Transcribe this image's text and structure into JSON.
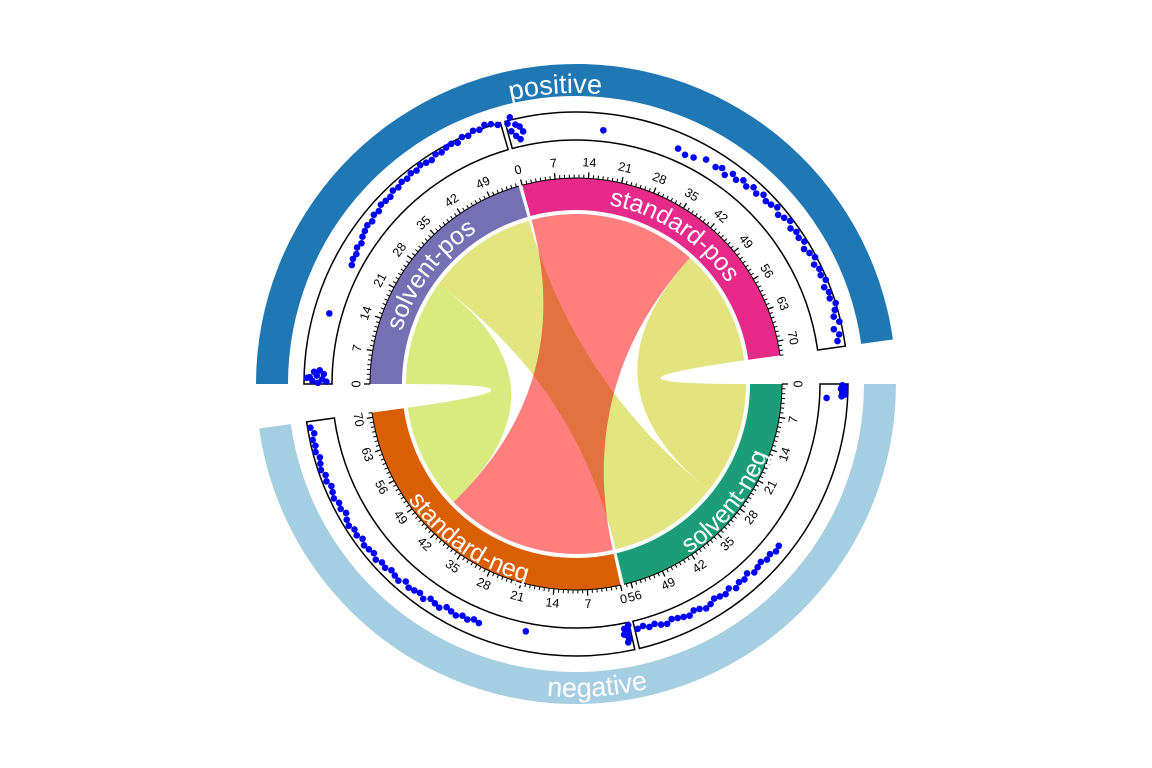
{
  "chart_data": {
    "type": "chord",
    "title": "",
    "groups": [
      {
        "name": "positive",
        "color": "#1f78b4",
        "sectors": [
          "solvent-pos",
          "standard-pos"
        ]
      },
      {
        "name": "negative",
        "color": "#a6cee3",
        "sectors": [
          "solvent-neg",
          "standard-neg"
        ]
      }
    ],
    "sectors": [
      {
        "name": "solvent-pos",
        "xlim": [
          0,
          55.5
        ],
        "color": "#7570b3"
      },
      {
        "name": "standard-pos",
        "xlim": [
          0,
          73
        ],
        "color": "#e7298a"
      },
      {
        "name": "solvent-neg",
        "xlim": [
          0,
          57.5
        ],
        "color": "#1b9e77"
      },
      {
        "name": "standard-neg",
        "xlim": [
          0,
          71
        ],
        "color": "#d95f02"
      }
    ],
    "major_tick_step": 7,
    "minor_tick_step": 1,
    "links": [
      {
        "from": "solvent-pos",
        "from_range": [
          0,
          27
        ],
        "to": "standard-neg",
        "to_range": [
          44,
          71
        ],
        "color": "#d9eb80"
      },
      {
        "from": "solvent-pos",
        "from_range": [
          27,
          55.5
        ],
        "to": "solvent-neg",
        "to_range": [
          29,
          57.5
        ],
        "color": "#e2e580"
      },
      {
        "from": "standard-pos",
        "from_range": [
          43,
          73
        ],
        "to": "solvent-neg",
        "to_range": [
          0,
          29
        ],
        "color": "#e3e37f"
      },
      {
        "from": "standard-pos",
        "from_range": [
          0,
          43
        ],
        "to": "standard-neg",
        "to_range": [
          0,
          44
        ],
        "color": "#ff7f7f"
      }
    ],
    "points_color": "#0000ff",
    "points": {
      "solvent-pos": [
        [
          0.2,
          0.5
        ],
        [
          0.5,
          0.7
        ],
        [
          0.8,
          0.35
        ],
        [
          1.1,
          0.8
        ],
        [
          1.4,
          0.55
        ],
        [
          1.7,
          0.3
        ],
        [
          2.0,
          0.65
        ],
        [
          0.4,
          0.2
        ],
        [
          1.0,
          0.9
        ],
        [
          2.3,
          0.45
        ],
        [
          12,
          0.45
        ],
        [
          21,
          0.35
        ],
        [
          22,
          0.42
        ],
        [
          23,
          0.4
        ],
        [
          24,
          0.5
        ],
        [
          25,
          0.45
        ],
        [
          26,
          0.55
        ],
        [
          27,
          0.6
        ],
        [
          28,
          0.65
        ],
        [
          29,
          0.6
        ],
        [
          30,
          0.7
        ],
        [
          31,
          0.65
        ],
        [
          32,
          0.75
        ],
        [
          33,
          0.72
        ],
        [
          34,
          0.7
        ],
        [
          35,
          0.8
        ],
        [
          36,
          0.75
        ],
        [
          37,
          0.82
        ],
        [
          38,
          0.78
        ],
        [
          39,
          0.85
        ],
        [
          40,
          0.8
        ],
        [
          41,
          0.88
        ],
        [
          42,
          0.83
        ],
        [
          43,
          0.8
        ],
        [
          44,
          0.9
        ],
        [
          45,
          0.85
        ],
        [
          46,
          0.92
        ],
        [
          47,
          0.95
        ],
        [
          48,
          0.88
        ],
        [
          49,
          1.0
        ],
        [
          50,
          0.95
        ],
        [
          51,
          1.05
        ],
        [
          52,
          1.0
        ],
        [
          53,
          1.1
        ],
        [
          54,
          1.05
        ],
        [
          55,
          0.95
        ]
      ],
      "standard-pos": [
        [
          0.3,
          0.9
        ],
        [
          0.6,
          0.6
        ],
        [
          0.9,
          1.1
        ],
        [
          1.2,
          0.4
        ],
        [
          1.5,
          0.8
        ],
        [
          1.8,
          0.25
        ],
        [
          2.1,
          0.7
        ],
        [
          2.5,
          0.5
        ],
        [
          16,
          0.4
        ],
        [
          29,
          0.45
        ],
        [
          30.5,
          0.35
        ],
        [
          32,
          0.4
        ],
        [
          34,
          0.55
        ],
        [
          36,
          0.5
        ],
        [
          37,
          0.6
        ],
        [
          38,
          0.45
        ],
        [
          39,
          0.65
        ],
        [
          40,
          0.55
        ],
        [
          41,
          0.7
        ],
        [
          42,
          0.6
        ],
        [
          43,
          0.75
        ],
        [
          44,
          0.65
        ],
        [
          45,
          0.8
        ],
        [
          46,
          0.7
        ],
        [
          47,
          0.75
        ],
        [
          48,
          0.85
        ],
        [
          49,
          0.7
        ],
        [
          50,
          0.8
        ],
        [
          51,
          0.9
        ],
        [
          52,
          0.75
        ],
        [
          53,
          0.85
        ],
        [
          54,
          0.8
        ],
        [
          55,
          0.9
        ],
        [
          56,
          0.75
        ],
        [
          57,
          0.85
        ],
        [
          58,
          0.95
        ],
        [
          59,
          0.8
        ],
        [
          60,
          0.9
        ],
        [
          61,
          0.85
        ],
        [
          62,
          0.95
        ],
        [
          63,
          0.8
        ],
        [
          64,
          0.9
        ],
        [
          65,
          0.85
        ],
        [
          66,
          1.0
        ],
        [
          67,
          0.9
        ],
        [
          68,
          0.8
        ],
        [
          69,
          0.95
        ],
        [
          70,
          0.7
        ],
        [
          71,
          0.85
        ],
        [
          72,
          0.75
        ]
      ],
      "solvent-neg": [
        [
          0.2,
          0.8
        ],
        [
          0.5,
          0.9
        ],
        [
          0.8,
          0.75
        ],
        [
          1.1,
          0.85
        ],
        [
          1.4,
          0.8
        ],
        [
          1.7,
          0.9
        ],
        [
          2.0,
          0.78
        ],
        [
          2.4,
          0.25
        ],
        [
          29,
          0.55
        ],
        [
          30,
          0.6
        ],
        [
          31,
          0.5
        ],
        [
          32,
          0.55
        ],
        [
          33,
          0.45
        ],
        [
          34,
          0.5
        ],
        [
          35,
          0.55
        ],
        [
          36,
          0.4
        ],
        [
          37,
          0.5
        ],
        [
          38,
          0.45
        ],
        [
          39,
          0.55
        ],
        [
          40,
          0.4
        ],
        [
          41,
          0.5
        ],
        [
          42,
          0.45
        ],
        [
          43,
          0.4
        ],
        [
          44,
          0.5
        ],
        [
          45,
          0.55
        ],
        [
          46,
          0.45
        ],
        [
          47,
          0.4
        ],
        [
          48,
          0.5
        ],
        [
          49,
          0.45
        ],
        [
          50,
          0.4
        ],
        [
          51,
          0.35
        ],
        [
          52,
          0.45
        ],
        [
          53,
          0.4
        ],
        [
          54,
          0.3
        ],
        [
          55,
          0.35
        ],
        [
          56,
          0.25
        ],
        [
          57,
          0.3
        ]
      ],
      "standard-neg": [
        [
          0.2,
          0.1
        ],
        [
          0.4,
          0.3
        ],
        [
          0.6,
          0.5
        ],
        [
          0.8,
          0.7
        ],
        [
          1.0,
          0.2
        ],
        [
          1.2,
          0.4
        ],
        [
          0.5,
          0.6
        ],
        [
          18,
          0.3
        ],
        [
          26,
          0.5
        ],
        [
          27,
          0.45
        ],
        [
          28,
          0.55
        ],
        [
          29,
          0.5
        ],
        [
          30,
          0.6
        ],
        [
          31,
          0.55
        ],
        [
          32,
          0.5
        ],
        [
          33,
          0.65
        ],
        [
          34,
          0.6
        ],
        [
          35,
          0.55
        ],
        [
          36,
          0.7
        ],
        [
          37,
          0.6
        ],
        [
          38,
          0.65
        ],
        [
          39,
          0.7
        ],
        [
          40,
          0.6
        ],
        [
          41,
          0.75
        ],
        [
          42,
          0.7
        ],
        [
          43,
          0.65
        ],
        [
          44,
          0.75
        ],
        [
          45,
          0.7
        ],
        [
          46,
          0.8
        ],
        [
          47,
          0.7
        ],
        [
          48,
          0.75
        ],
        [
          49,
          0.8
        ],
        [
          50,
          0.7
        ],
        [
          51,
          0.8
        ],
        [
          52,
          0.75
        ],
        [
          53,
          0.85
        ],
        [
          54,
          0.8
        ],
        [
          55,
          0.7
        ],
        [
          56,
          0.8
        ],
        [
          57,
          0.75
        ],
        [
          58,
          0.85
        ],
        [
          59,
          0.8
        ],
        [
          60,
          0.75
        ],
        [
          61,
          0.85
        ],
        [
          62,
          0.8
        ],
        [
          63,
          0.9
        ],
        [
          64,
          0.85
        ],
        [
          65,
          0.8
        ],
        [
          66,
          0.9
        ],
        [
          67,
          0.85
        ],
        [
          68,
          0.9
        ],
        [
          69,
          0.8
        ],
        [
          70,
          0.9
        ]
      ]
    }
  }
}
